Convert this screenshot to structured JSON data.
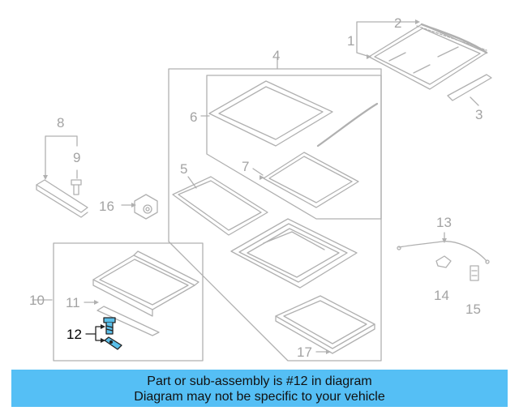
{
  "diagram": {
    "callouts": {
      "c1": "1",
      "c2": "2",
      "c3": "3",
      "c4": "4",
      "c5": "5",
      "c6": "6",
      "c7": "7",
      "c8": "8",
      "c9": "9",
      "c10": "10",
      "c11": "11",
      "c12": "12",
      "c13": "13",
      "c14": "14",
      "c15": "15",
      "c16": "16",
      "c17": "17"
    },
    "highlighted_part": "12",
    "colors": {
      "line": "#b0b0b0",
      "highlight_line": "#222222",
      "highlight_fill": "#5bbfe9",
      "banner": "#55bff5"
    }
  },
  "banner": {
    "line1": "Part or sub-assembly is #12 in diagram",
    "line2": "Diagram may not be specific to your vehicle"
  }
}
